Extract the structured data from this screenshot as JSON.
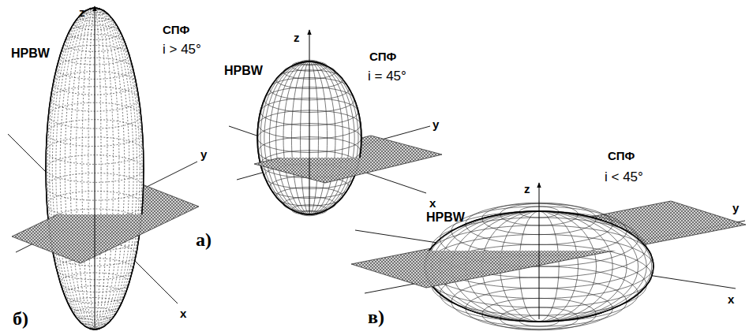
{
  "diagram": {
    "labels": [
      "HPBW",
      "СПФ",
      "i > 45°",
      "z",
      "y",
      "x",
      "б)",
      "z",
      "HPBW",
      "СПФ",
      "i = 45°",
      "y",
      "x",
      "а)",
      "СПФ",
      "i < 45°",
      "z",
      "HPBW",
      "y",
      "x",
      "в)"
    ]
  }
}
